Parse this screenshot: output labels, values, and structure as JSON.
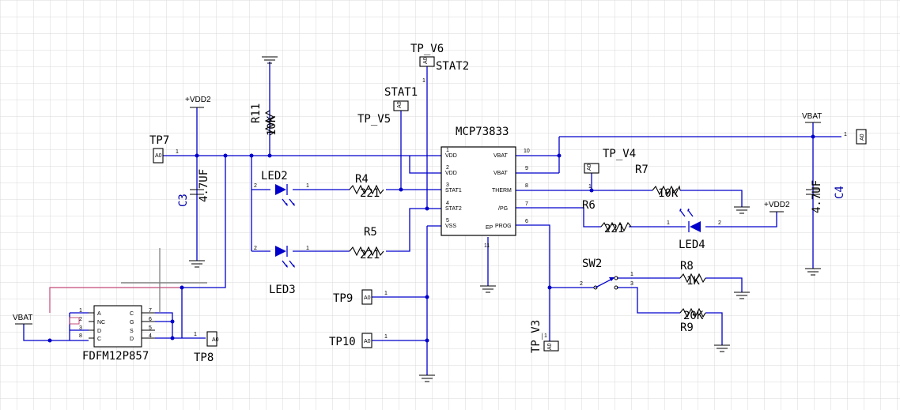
{
  "ic": {
    "name": "MCP73833",
    "left_pins": [
      {
        "num": "1",
        "name": "VDD"
      },
      {
        "num": "2",
        "name": "VDD"
      },
      {
        "num": "3",
        "name": "STAT1"
      },
      {
        "num": "4",
        "name": "STAT2"
      },
      {
        "num": "5",
        "name": "VSS"
      }
    ],
    "right_pins": [
      {
        "num": "10",
        "name": "VBAT"
      },
      {
        "num": "9",
        "name": "VBAT"
      },
      {
        "num": "8",
        "name": "THERM"
      },
      {
        "num": "7",
        "name": "/PG"
      },
      {
        "num": "6",
        "name": "PROG"
      }
    ],
    "ep_label": "EP",
    "ep_num": "11"
  },
  "mosfet": {
    "name": "FDFM12P857",
    "left_pins": [
      {
        "num": "1",
        "name": "A"
      },
      {
        "num": "2",
        "name": "NC"
      },
      {
        "num": "3",
        "name": "D"
      },
      {
        "num": "8",
        "name": "C"
      }
    ],
    "right_pins": [
      {
        "num": "7",
        "name": "C"
      },
      {
        "num": "6",
        "name": "G"
      },
      {
        "num": "5",
        "name": "S"
      },
      {
        "num": "4",
        "name": "D"
      }
    ]
  },
  "resistors": {
    "r11": {
      "ref": "R11",
      "value": "10K"
    },
    "r4": {
      "ref": "R4",
      "value": "221"
    },
    "r5": {
      "ref": "R5",
      "value": "221"
    },
    "r6": {
      "ref": "R6",
      "value": "221"
    },
    "r7": {
      "ref": "R7",
      "value": "10K"
    },
    "r8": {
      "ref": "R8",
      "value": "1K"
    },
    "r9": {
      "ref": "R9",
      "value": "20K"
    }
  },
  "capacitors": {
    "c3": {
      "ref": "C3",
      "value": "4.7UF"
    },
    "c4": {
      "ref": "C4",
      "value": "4.7UF"
    }
  },
  "leds": {
    "led2": "LED2",
    "led3": "LED3",
    "led4": "LED4"
  },
  "switch": {
    "ref": "SW2",
    "pins": [
      "2",
      "1",
      "3"
    ]
  },
  "testpoints": {
    "tp7": "TP7",
    "tp8": "TP8",
    "tp9": "TP9",
    "tp10": "TP10",
    "tp_v3": "TP_V3",
    "tp_v4": "TP_V4",
    "tp_v5": "TP_V5",
    "tp_v6": "TP_V6",
    "tp_pin_label": "A0"
  },
  "nets": {
    "vdd2_left": "+VDD2",
    "vdd2_right": "+VDD2",
    "vbat_right": "VBAT",
    "vbat_left": "VBAT",
    "stat1": "STAT1",
    "stat2": "STAT2"
  },
  "pin_numbers": {
    "one": "1",
    "two": "2",
    "three": "3"
  },
  "colors": {
    "wire": "#0000cc",
    "component": "#000000",
    "refdes_blue": "#0000aa",
    "grid": "#d9d9d9"
  }
}
